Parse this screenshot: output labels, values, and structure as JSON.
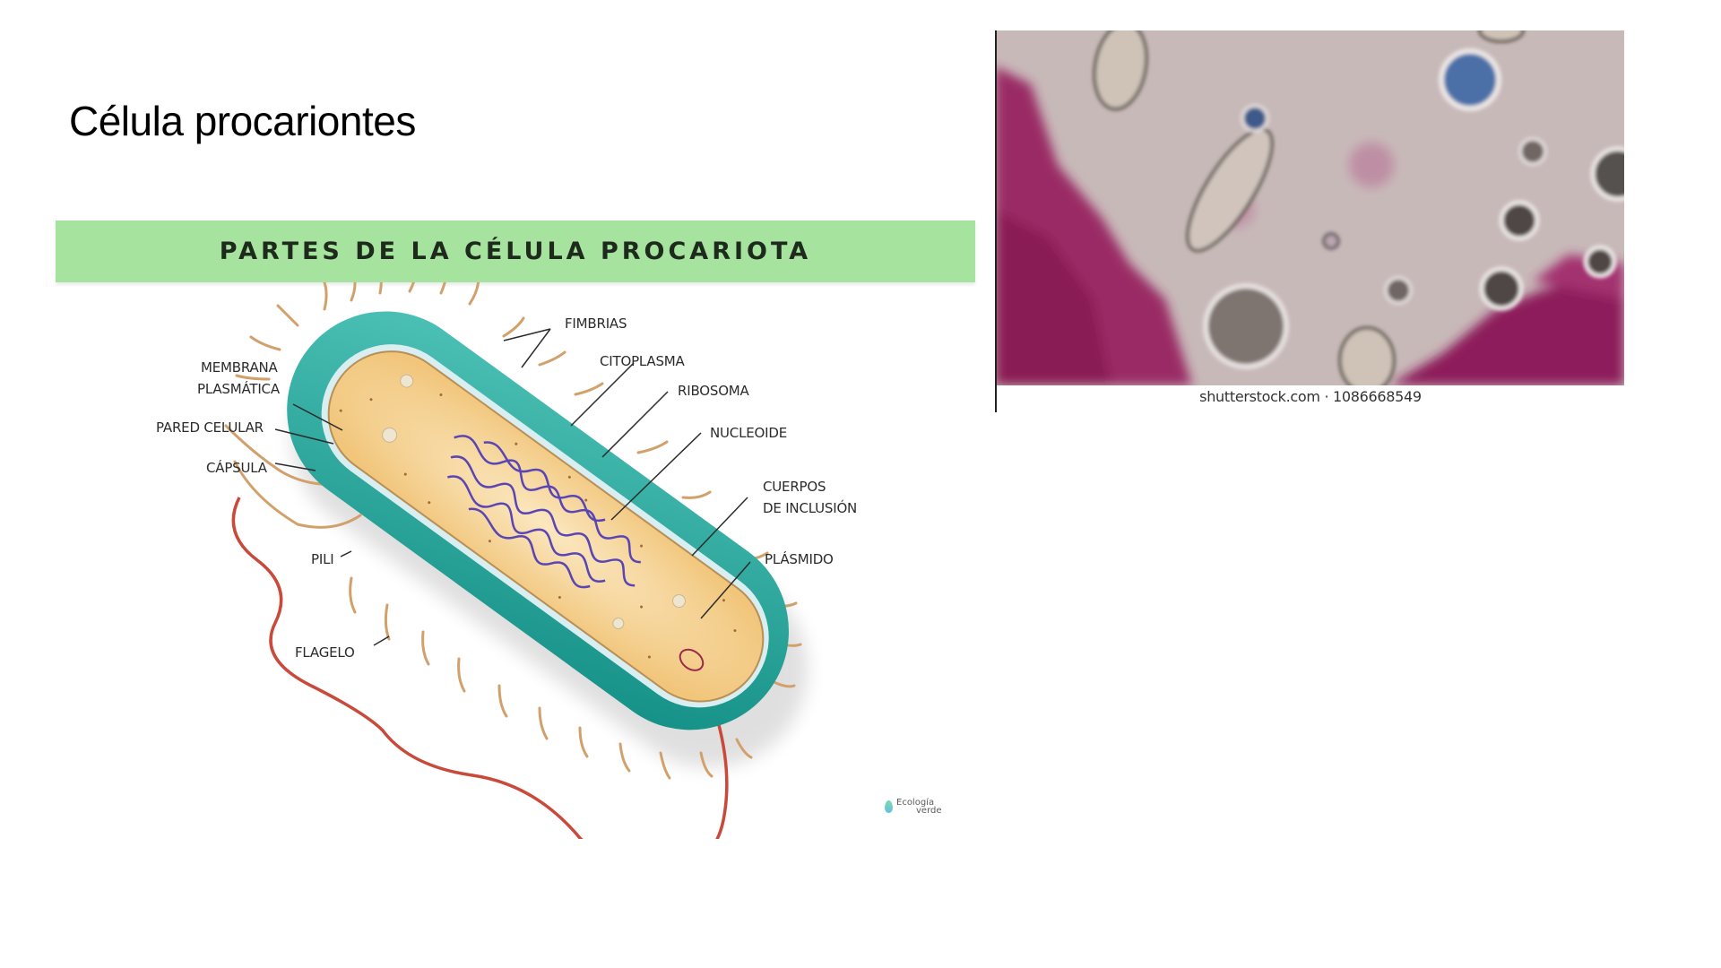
{
  "slide": {
    "title": "Célula procariontes"
  },
  "diagram": {
    "banner_title": "PARTES DE LA CÉLULA PROCARIOTA",
    "labels": {
      "fimbrias": "FIMBRIAS",
      "citoplasma": "CITOPLASMA",
      "ribosoma": "RIBOSOMA",
      "nucleoide": "NUCLEOIDE",
      "cuerpos_line1": "CUERPOS",
      "cuerpos_line2": "DE INCLUSIÓN",
      "plasmido": "PLÁSMIDO",
      "membrana_line1": "MEMBRANA",
      "membrana_line2": "PLASMÁTICA",
      "pared_celular": "PARED CELULAR",
      "capsula": "CÁPSULA",
      "pili": "PILI",
      "flagelo": "FLAGELO"
    },
    "logo": {
      "line1": "Ecología",
      "line2": "verde"
    },
    "colors": {
      "banner": "#a6e39e",
      "capsule": "#1f9e94",
      "cytoplasm": "#f3cf86",
      "nucleoid": "#5a45b5",
      "flagellum": "#c9493a",
      "pili": "#d2a06a"
    }
  },
  "micrograph": {
    "caption": "shutterstock.com · 1086668549",
    "colors": {
      "background": "#c9b8b8",
      "stain": "#8f1f5c"
    }
  }
}
